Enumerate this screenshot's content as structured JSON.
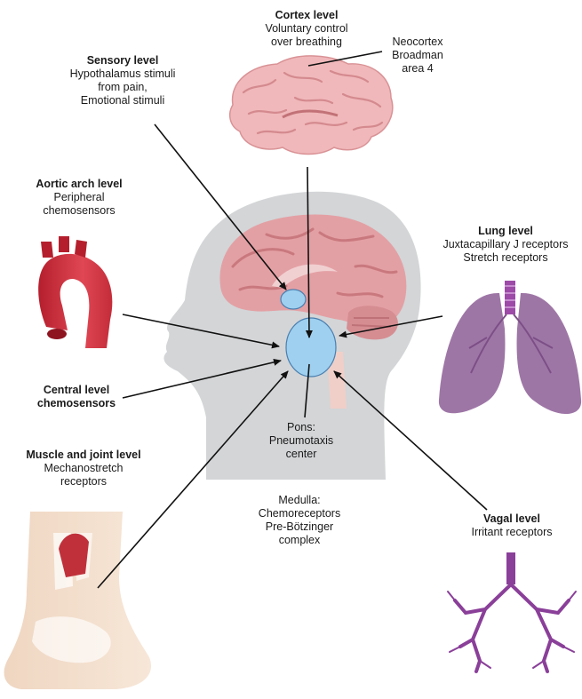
{
  "cortex": {
    "title": "Cortex level",
    "lines": [
      "Voluntary control",
      "over breathing"
    ]
  },
  "neocortex": {
    "lines": [
      "Neocortex",
      "Broadman",
      "area 4"
    ]
  },
  "sensory": {
    "title": "Sensory level",
    "lines": [
      "Hypothalamus stimuli",
      "from pain,",
      "Emotional stimuli"
    ]
  },
  "aortic": {
    "title": "Aortic arch level",
    "lines": [
      "Peripheral",
      "chemosensors"
    ]
  },
  "lung": {
    "title": "Lung level",
    "lines": [
      "Juxtacapillary J receptors",
      "Stretch receptors"
    ]
  },
  "central": {
    "title_lines": [
      "Central level",
      "chemosensors"
    ]
  },
  "muscle": {
    "title": "Muscle and joint level",
    "lines": [
      "Mechanostretch",
      "receptors"
    ]
  },
  "pons": {
    "lines": [
      "Pons:",
      "Pneumotaxis",
      "center"
    ]
  },
  "medulla": {
    "lines": [
      "Medulla:",
      "Chemoreceptors",
      "Pre-Bötzinger",
      "complex"
    ]
  },
  "vagal": {
    "title": "Vagal level",
    "lines": [
      "Irritant receptors"
    ]
  },
  "colors": {
    "head": "#cfd2d4",
    "brain": "#e3a3a6",
    "brainstem_blue": "#9fd0ef",
    "aorta": "#c9313f",
    "lung": "#9d72a4",
    "bronchi": "#8a3f99",
    "leg_skin": "#f3ddc9",
    "muscle": "#c0303b"
  }
}
